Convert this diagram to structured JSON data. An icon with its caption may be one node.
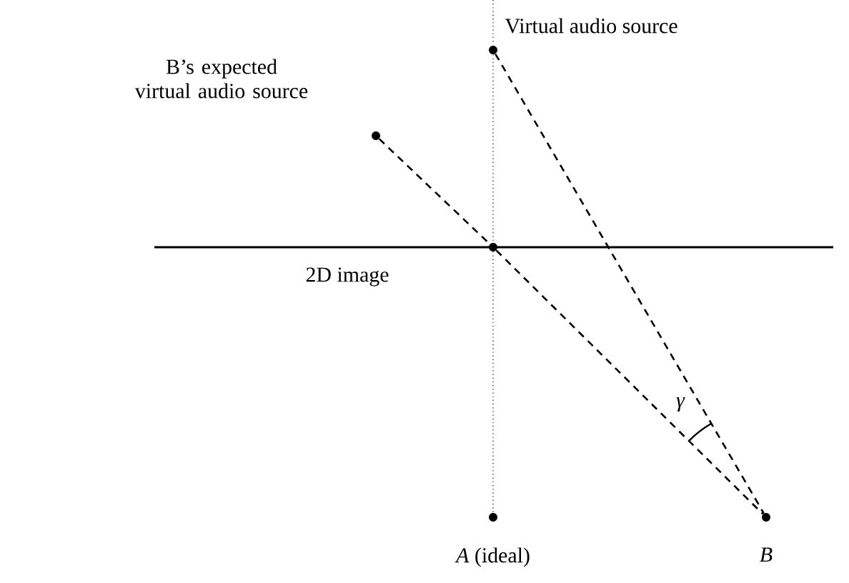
{
  "diagram": {
    "nodes": [
      {
        "text": [],
        "shape": "circle",
        "beside": [
          "Virtual audio source"
        ]
      },
      {
        "text": [],
        "shape": "circle",
        "beside": [
          "B’s expected virtual audio source"
        ]
      },
      {
        "text": [],
        "shape": "circle"
      },
      {
        "text": [],
        "shape": "circle",
        "beside": [
          "*A* (ideal)"
        ]
      },
      {
        "text": [],
        "shape": "circle",
        "beside": [
          "B"
        ]
      }
    ],
    "edges": [
      {
        "from": 1,
        "to": 2,
        "arrow": "none",
        "style": "dashed"
      },
      {
        "from": 2,
        "to": 4,
        "arrow": "none",
        "style": "dashed"
      },
      {
        "from": 0,
        "to": 4,
        "arrow": "none",
        "style": "dashed"
      },
      {
        "from": 0,
        "to": 2,
        "arrow": "none"
      },
      {
        "from": 2,
        "to": 3,
        "arrow": "none"
      }
    ],
    "labels": [
      "2D image",
      "γ"
    ]
  }
}
